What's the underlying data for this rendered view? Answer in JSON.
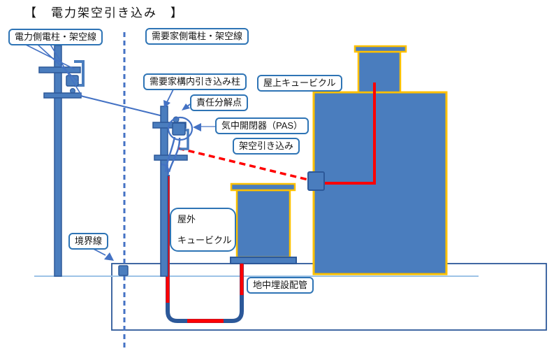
{
  "title": "【　電力架空引き込み　】",
  "labels": {
    "power_pole": "電力側電柱・架空線",
    "customer_pole_line": "需要家側電柱・架空線",
    "lead_in_pole": "需要家構内引き込み柱",
    "demarcation_point": "責任分解点",
    "air_switch": "気中開閉器（PAS）",
    "overhead_lead_in": "架空引き込み",
    "rooftop_cubicle": "屋上キュービクル",
    "outdoor_cubicle_line1": "屋外",
    "outdoor_cubicle_line2": "キュービクル",
    "boundary_line": "境界線",
    "underground_conduit": "地中埋設配管"
  },
  "colors": {
    "diagram_blue": "#4a7dbe",
    "dark_blue": "#2c5899",
    "label_border_blue": "#2e74b5",
    "light_blue": "#9dc3e6",
    "accent_red": "#ff0000",
    "cubicle_yellow": "#ffc000"
  }
}
